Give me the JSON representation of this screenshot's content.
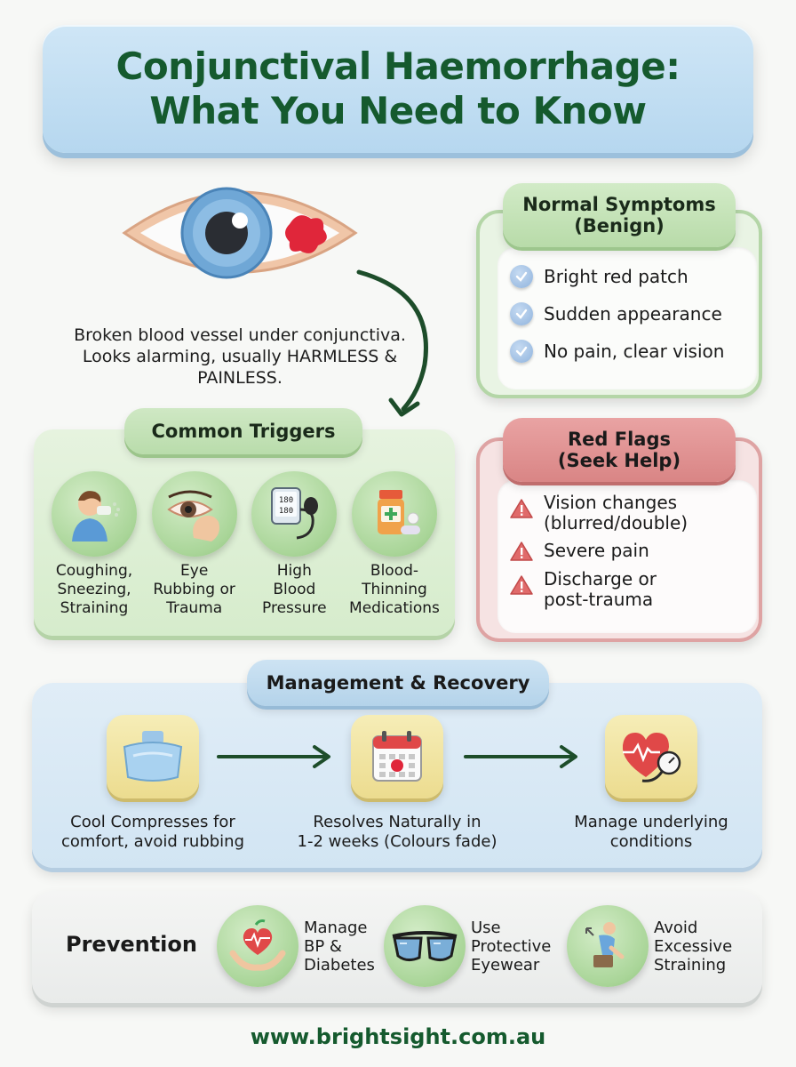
{
  "title": {
    "line1": "Conjunctival Haemorrhage:",
    "line2": "What You Need to Know"
  },
  "intro": {
    "line1": "Broken blood vessel under conjunctiva.",
    "line2": "Looks alarming, usually HARMLESS &",
    "line3": "PAINLESS."
  },
  "triggers": {
    "heading": "Common Triggers",
    "items": [
      {
        "icon": "coughing-person-icon",
        "line1": "Coughing,",
        "line2": "Sneezing,",
        "line3": "Straining"
      },
      {
        "icon": "eye-rubbing-icon",
        "line1": "Eye",
        "line2": "Rubbing or",
        "line3": "Trauma"
      },
      {
        "icon": "blood-pressure-monitor-icon",
        "line1": "High",
        "line2": "Blood",
        "line3": "Pressure"
      },
      {
        "icon": "medication-icon",
        "line1": "Blood-",
        "line2": "Thinning",
        "line3": "Medications"
      }
    ],
    "bp_reading": {
      "top": "180",
      "bottom": "180"
    }
  },
  "normal_symptoms": {
    "heading_line1": "Normal Symptoms",
    "heading_line2": "(Benign)",
    "items": [
      "Bright red patch",
      "Sudden appearance",
      "No pain, clear vision"
    ]
  },
  "red_flags": {
    "heading_line1": "Red Flags",
    "heading_line2": "(Seek Help)",
    "items": [
      {
        "line1": "Vision changes",
        "line2": "(blurred/double)"
      },
      {
        "line1": "Severe pain",
        "line2": ""
      },
      {
        "line1": "Discharge or",
        "line2": "post-trauma"
      }
    ]
  },
  "management": {
    "heading": "Management & Recovery",
    "steps": [
      {
        "icon": "cold-compress-icon",
        "line1": "Cool Compresses for",
        "line2": "comfort, avoid rubbing"
      },
      {
        "icon": "calendar-icon",
        "line1": "Resolves Naturally in",
        "line2": "1-2 weeks (Colours fade)"
      },
      {
        "icon": "heart-monitor-icon",
        "line1": "Manage underlying",
        "line2": "conditions"
      }
    ]
  },
  "prevention": {
    "heading": "Prevention",
    "items": [
      {
        "icon": "heart-hands-icon",
        "line1": "Manage",
        "line2": "BP &",
        "line3": "Diabetes"
      },
      {
        "icon": "protective-glasses-icon",
        "line1": "Use",
        "line2": "Protective",
        "line3": "Eyewear"
      },
      {
        "icon": "straining-person-icon",
        "line1": "Avoid",
        "line2": "Excessive",
        "line3": "Straining"
      }
    ]
  },
  "footer": {
    "url": "www.brightsight.com.au"
  },
  "colors": {
    "title_text": "#155a2e",
    "title_bg": "#b6d7ef",
    "green_panel": "#d6eccc",
    "red_panel": "#dea3a3",
    "blue_panel": "#d2e5f3",
    "arrow": "#1d4d2a"
  }
}
